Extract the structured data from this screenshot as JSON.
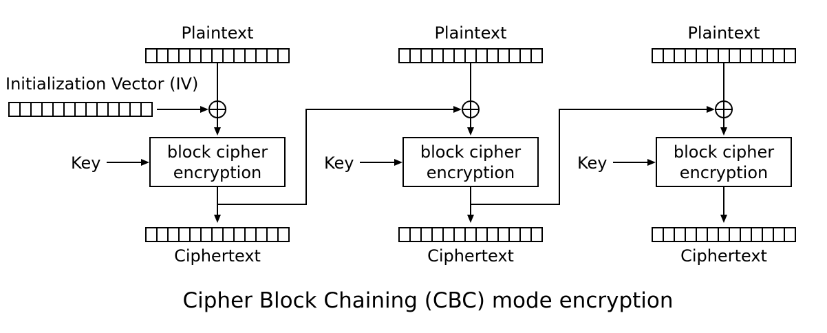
{
  "diagram": {
    "title": "Cipher Block Chaining (CBC) mode encryption",
    "iv_label": "Initialization Vector (IV)",
    "plaintext_label": "Plaintext",
    "ciphertext_label": "Ciphertext",
    "key_label": "Key",
    "block_cipher_line1": "block cipher",
    "block_cipher_line2": "encryption",
    "xor_symbol": "⊕",
    "block_count": 3,
    "cells_per_register": 13,
    "colors": {
      "stroke": "#000000",
      "background": "#ffffff"
    }
  }
}
